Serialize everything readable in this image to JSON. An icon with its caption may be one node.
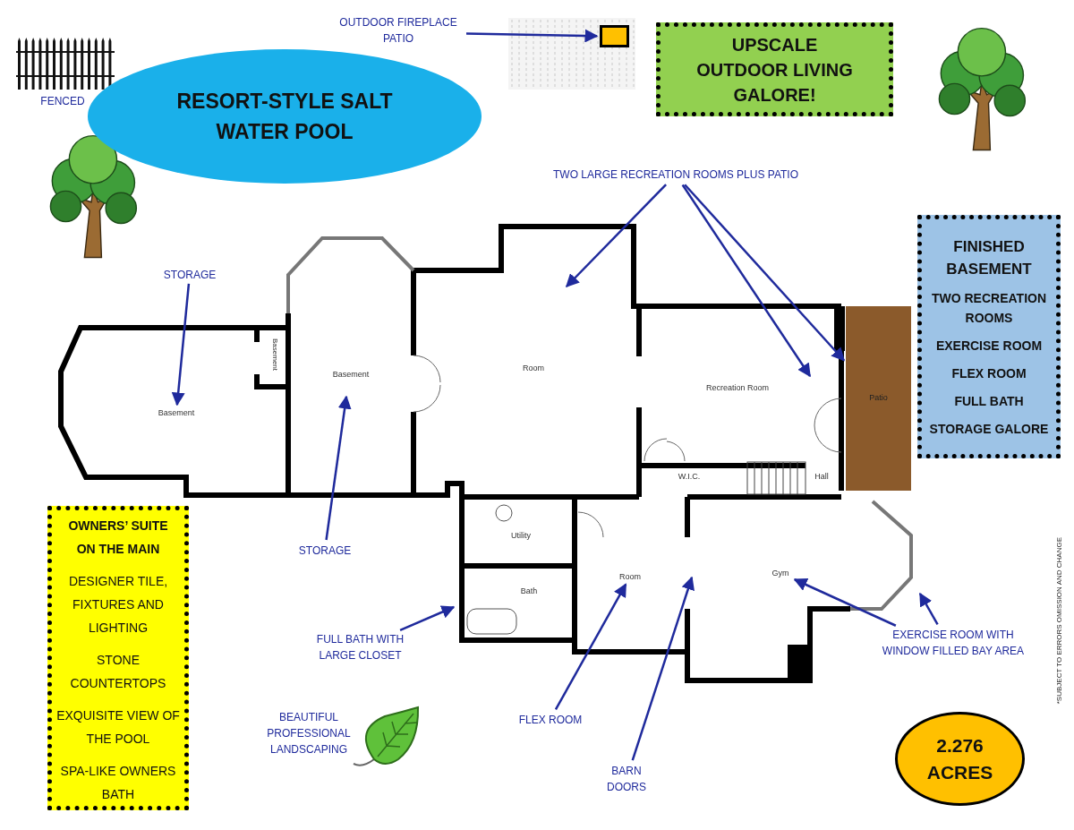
{
  "diagram": {
    "nodes": [
      {
        "text": [
          "OUTDOOR FIREPLACE PATIO"
        ]
      },
      {
        "text": [],
        "shape": "box"
      },
      {
        "text": [
          "UPSCALE OUTDOOR LIVING GALORE!"
        ]
      },
      {
        "text": [
          "RESORT-STYLE SALT WATER POOL"
        ]
      },
      {
        "text": [
          "TWO LARGE RECREATION ROOMS PLUS PATIO"
        ]
      },
      {
        "text": [
          "FINISHED BASEMENT",
          "TWO RECREATION ROOMS",
          "EXERCISE ROOM",
          "FLEX ROOM",
          "FULL BATH",
          "STORAGE GALORE"
        ]
      },
      {
        "text": [
          "STORAGE"
        ]
      },
      {
        "text": [
          "Patio"
        ]
      },
      {
        "text": [
          "OWNERS’ SUITE ON THE MAIN",
          "DESIGNER TILE, FIXTURES AND LIGHTING",
          "STONE COUNTERTOPS",
          "EXQUISITE VIEW OF THE POOL",
          "SPA-LIKE OWNERS BATH"
        ]
      },
      {
        "text": [
          "STORAGE"
        ]
      },
      {
        "text": [
          "FULL BATH WITH LARGE CLOSET"
        ]
      },
      {
        "text": [
          "EXERCISE ROOM WITH WINDOW FILLED BAY AREA"
        ]
      },
      {
        "text": [
          "FLEX ROOM"
        ]
      },
      {
        "text": [
          "BARN DOORS"
        ]
      },
      {
        "text": [
          "2.276 ACRES"
        ]
      },
      {
        "text": [
          "Basement"
        ]
      },
      {
        "text": [
          "Room"
        ]
      },
      {
        "text": [
          "Gym"
        ]
      }
    ],
    "edges": [
      {
        "from": 0,
        "to": 1,
        "arrow": "to"
      },
      {
        "from": 4,
        "to": null,
        "arrow": "to"
      },
      {
        "from": 4,
        "to": null,
        "arrow": "to"
      },
      {
        "from": 4,
        "to": 7,
        "arrow": "to"
      },
      {
        "from": 6,
        "to": 15,
        "arrow": "to"
      },
      {
        "from": 9,
        "to": null,
        "arrow": "to"
      },
      {
        "from": 10,
        "to": null,
        "arrow": "to"
      },
      {
        "from": 11,
        "to": 17,
        "arrow": "to"
      },
      {
        "from": 11,
        "to": null,
        "arrow": "to"
      },
      {
        "from": 12,
        "to": 16,
        "arrow": "to"
      },
      {
        "from": 13,
        "to": null,
        "arrow": "to"
      }
    ],
    "labels": [
      "FENCED",
      "Basement",
      "Basement",
      "Room",
      "Recreation Room",
      "W.I.C.",
      "Hall",
      "Utility",
      "Bath",
      "*SUBJECT TO ERRORS OMISSION AND CHANGE",
      "BEAUTIFUL PROFESSIONAL LANDSCAPING"
    ]
  }
}
